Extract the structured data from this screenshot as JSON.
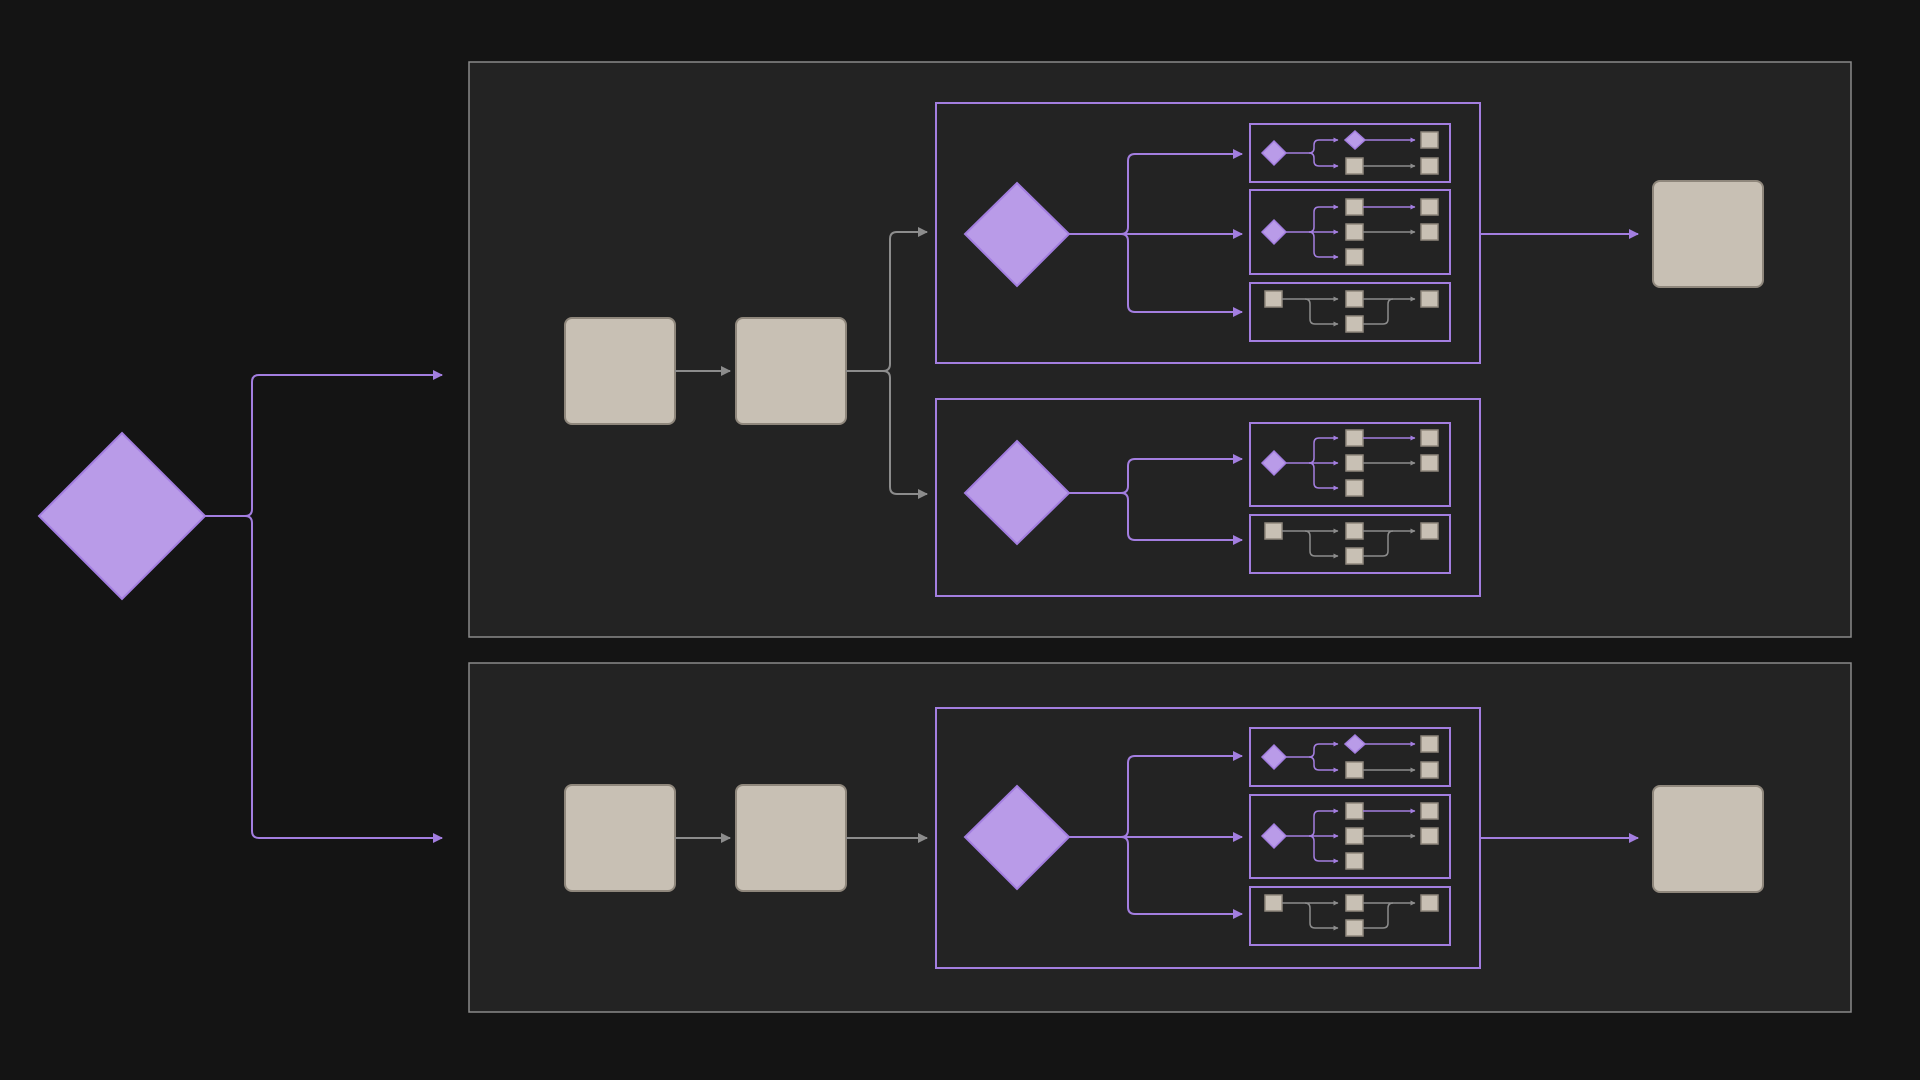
{
  "colors": {
    "background": "#141414",
    "panel": "#232323",
    "panel_border": "#8a8a8a",
    "accent": "#a37ee0",
    "diamond_fill": "#b99be8",
    "box_fill": "#c8c0b4",
    "box_border": "#8f877c",
    "connector_gray": "#8c8c8c"
  },
  "diagram": {
    "root": {
      "shape": "diamond",
      "branches": 2
    },
    "panels": [
      {
        "name": "upper",
        "lead_boxes": 2,
        "groups": [
          {
            "subflows": [
              "decision-split",
              "decision-split-3",
              "step-chain"
            ],
            "output": true
          },
          {
            "subflows": [
              "decision-split-3",
              "step-chain"
            ],
            "output": false
          }
        ]
      },
      {
        "name": "lower",
        "lead_boxes": 2,
        "groups": [
          {
            "subflows": [
              "decision-split",
              "decision-split-3",
              "step-chain"
            ],
            "output": true
          }
        ]
      }
    ]
  }
}
